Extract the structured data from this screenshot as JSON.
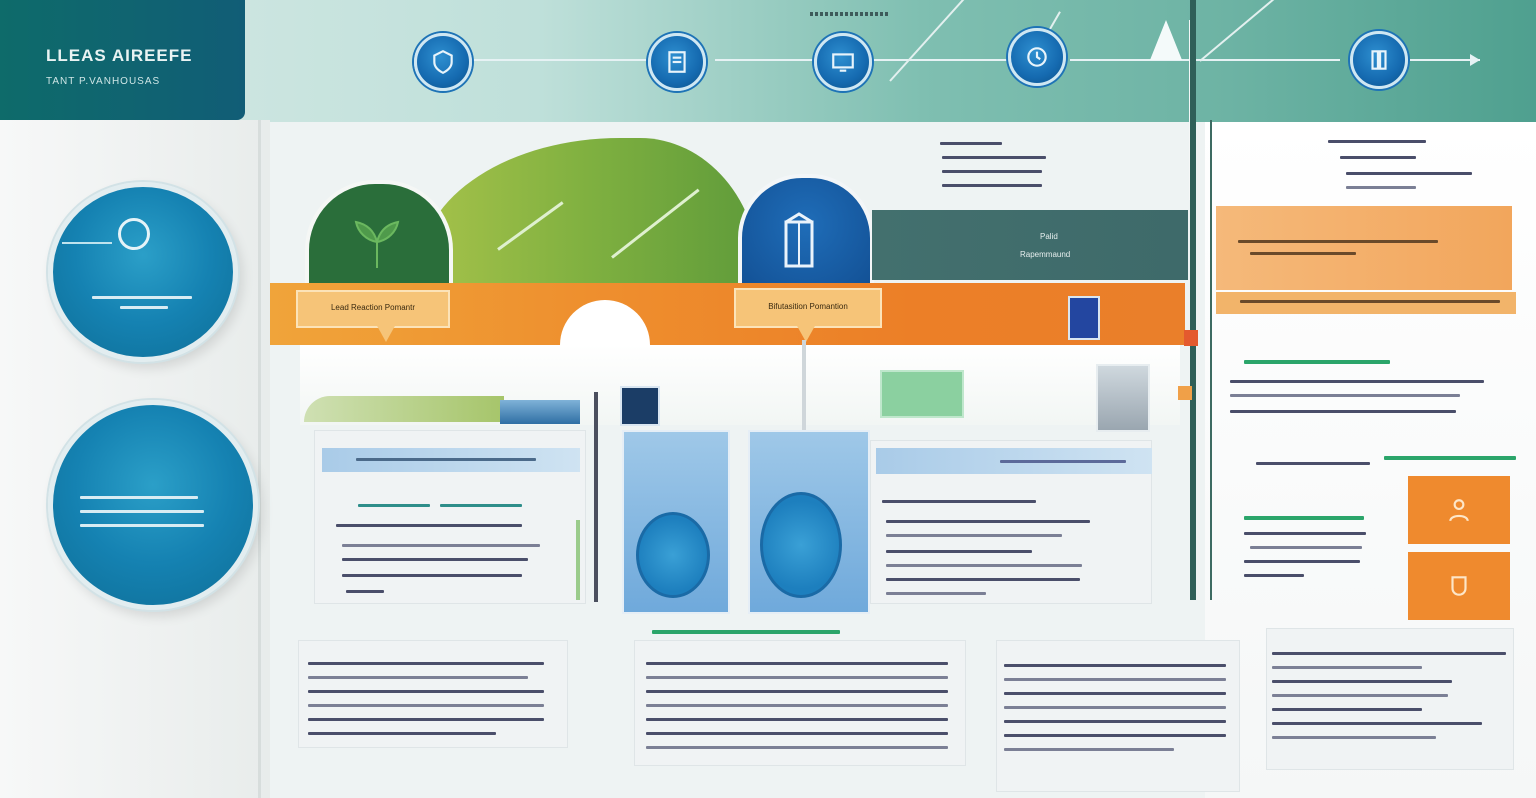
{
  "header": {
    "title": "LLEAS AIREEFE",
    "subtitle": "TANT P.VANHOUSAS"
  },
  "colors": {
    "teal_dark": "#0e6b6a",
    "blue_node": "#156ab0",
    "green": "#2a6e3a",
    "orange": "#ec7f27",
    "light_blue": "#a9cbe8"
  },
  "timeline": {
    "nodes": [
      {
        "icon": "shield-icon"
      },
      {
        "icon": "document-icon"
      },
      {
        "icon": "monitor-icon"
      },
      {
        "icon": "clock-icon"
      },
      {
        "icon": "book-icon"
      }
    ]
  },
  "left_circles": [
    {
      "icon": "gear-icon"
    },
    {
      "icon": "chart-icon"
    }
  ],
  "stages": {
    "green_label": "Lead Reaction Pomantr",
    "blue_label": "Bifutasition Pomantion",
    "teal_banner_title": "Palid",
    "teal_banner_sub": "Rapemmaund"
  },
  "icons": {
    "green_node": "plant-icon",
    "blue_node": "building-icon",
    "orange_square_1": "person-icon",
    "orange_square_2": "cup-icon"
  }
}
